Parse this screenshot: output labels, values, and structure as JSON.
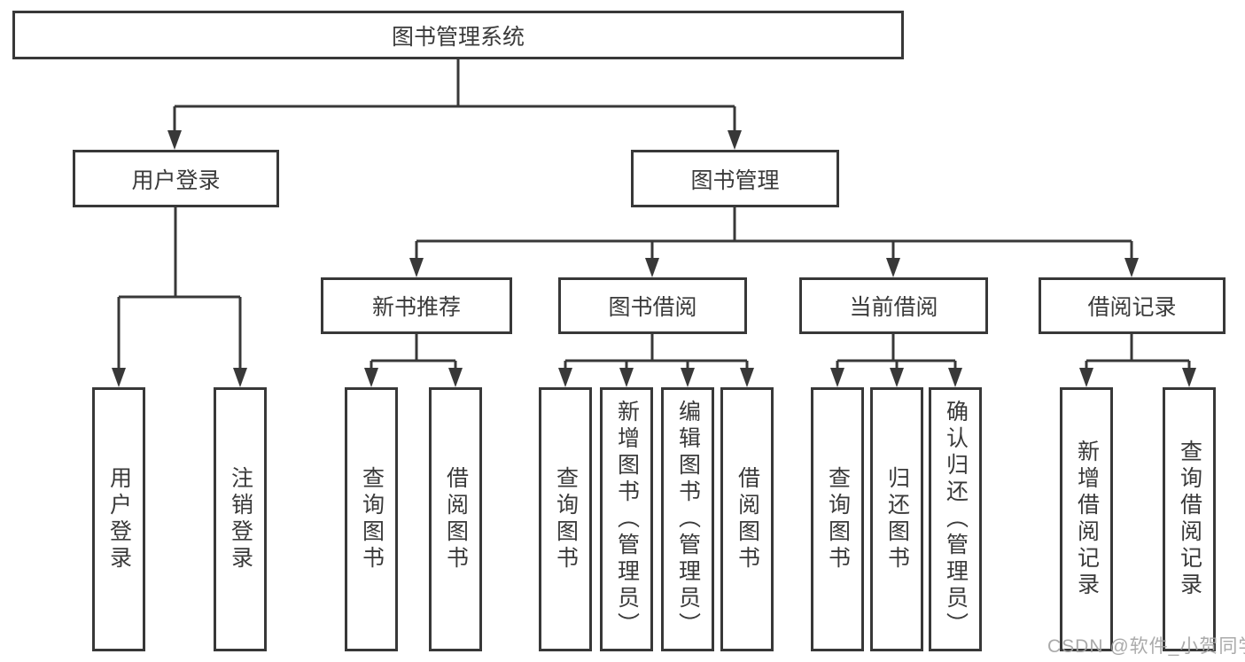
{
  "tree": {
    "root": {
      "label": "图书管理系统",
      "children": [
        {
          "label": "用户登录",
          "children": [
            {
              "label": "用户登录"
            },
            {
              "label": "注销登录"
            }
          ]
        },
        {
          "label": "图书管理",
          "children": [
            {
              "label": "新书推荐",
              "children": [
                {
                  "label": "查询图书"
                },
                {
                  "label": "借阅图书"
                }
              ]
            },
            {
              "label": "图书借阅",
              "children": [
                {
                  "label": "查询图书"
                },
                {
                  "label": "新增图书（管理员）"
                },
                {
                  "label": "编辑图书（管理员）"
                },
                {
                  "label": "借阅图书"
                }
              ]
            },
            {
              "label": "当前借阅",
              "children": [
                {
                  "label": "查询图书"
                },
                {
                  "label": "归还图书"
                },
                {
                  "label": "确认归还（管理员）"
                }
              ]
            },
            {
              "label": "借阅记录",
              "children": [
                {
                  "label": "新增借阅记录"
                },
                {
                  "label": "查询借阅记录"
                }
              ]
            }
          ]
        }
      ]
    }
  },
  "colors": {
    "line": "#383838",
    "text": "#3a3a3a",
    "watermark": "#a3a3a3"
  },
  "watermark": "CSDN @软件_小贺同学"
}
